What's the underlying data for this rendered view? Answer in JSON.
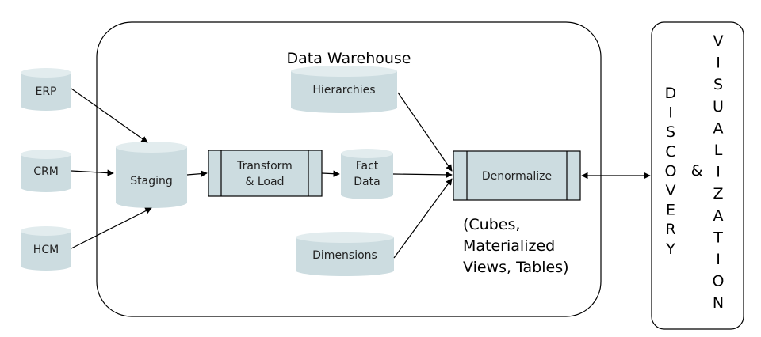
{
  "warehouse": {
    "title": "Data Warehouse"
  },
  "sources": {
    "erp": "ERP",
    "crm": "CRM",
    "hcm": "HCM"
  },
  "nodes": {
    "staging": "Staging",
    "transform_line1": "Transform",
    "transform_line2": "& Load",
    "fact_line1": "Fact",
    "fact_line2": "Data",
    "hierarchies": "Hierarchies",
    "dimensions": "Dimensions",
    "denormalize": "Denormalize"
  },
  "note": {
    "line1": "(Cubes,",
    "line2": "Materialized",
    "line3": "Views, Tables)"
  },
  "discovery": {
    "word1": [
      "D",
      "I",
      "S",
      "C",
      "O",
      "V",
      "E",
      "R",
      "Y"
    ],
    "amp": "&",
    "word2": [
      "V",
      "I",
      "S",
      "U",
      "A",
      "L",
      "I",
      "Z",
      "A",
      "T",
      "I",
      "O",
      "N"
    ]
  },
  "colors": {
    "cylinder_body": "#ccdce0",
    "cylinder_top": "#e2ecee",
    "stroke": "#000000"
  }
}
